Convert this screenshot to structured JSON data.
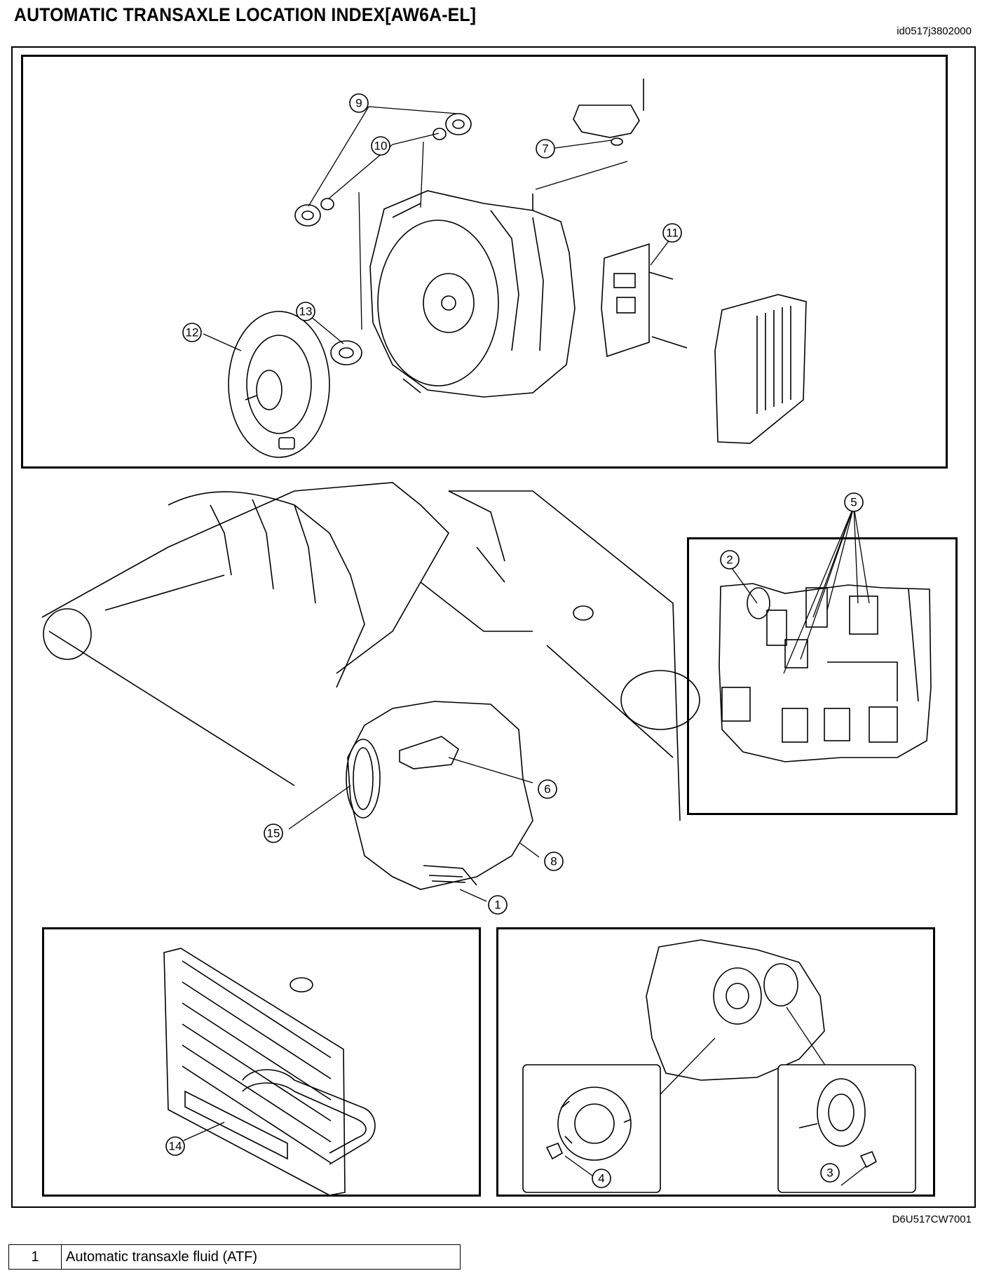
{
  "header": {
    "title": "AUTOMATIC TRANSAXLE LOCATION INDEX[AW6A-EL]",
    "doc_id": "id0517j3802000"
  },
  "figure": {
    "figure_id": "D6U517CW7001",
    "callouts": {
      "c1": "1",
      "c2": "2",
      "c3": "3",
      "c4": "4",
      "c5": "5",
      "c6": "6",
      "c7": "7",
      "c8": "8",
      "c9": "9",
      "c10": "10",
      "c11": "11",
      "c12": "12",
      "c13": "13",
      "c14": "14",
      "c15": "15"
    }
  },
  "legend": {
    "rows": [
      {
        "num": "1",
        "desc": "Automatic transaxle fluid (ATF)"
      }
    ]
  }
}
